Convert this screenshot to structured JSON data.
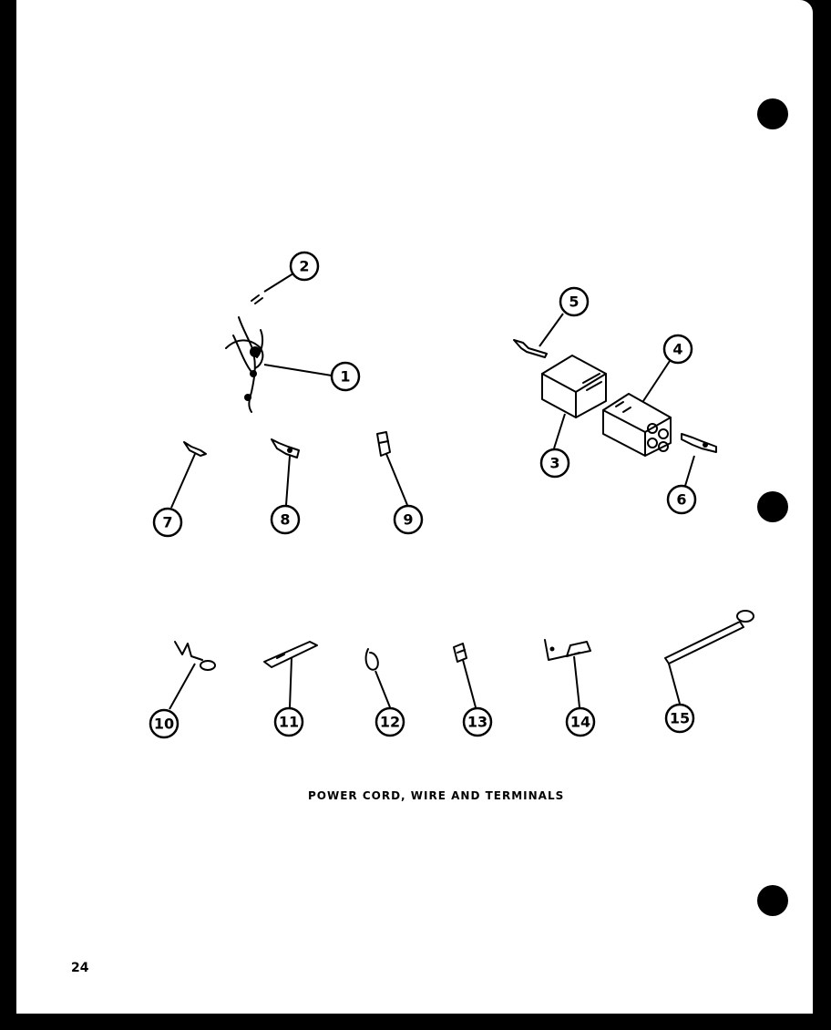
{
  "diagram": {
    "caption": "POWER CORD, WIRE AND TERMINALS",
    "page_number": "24",
    "callouts": [
      {
        "id": "1",
        "part": "power-cord"
      },
      {
        "id": "2",
        "part": "wire-nut"
      },
      {
        "id": "3",
        "part": "connector-housing-male"
      },
      {
        "id": "4",
        "part": "connector-housing-female"
      },
      {
        "id": "5",
        "part": "terminal-pin"
      },
      {
        "id": "6",
        "part": "terminal-socket"
      },
      {
        "id": "7",
        "part": "terminal"
      },
      {
        "id": "8",
        "part": "terminal"
      },
      {
        "id": "9",
        "part": "terminal"
      },
      {
        "id": "10",
        "part": "ring-terminal"
      },
      {
        "id": "11",
        "part": "spade-terminal"
      },
      {
        "id": "12",
        "part": "wire-clip"
      },
      {
        "id": "13",
        "part": "terminal"
      },
      {
        "id": "14",
        "part": "bracket-terminal"
      },
      {
        "id": "15",
        "part": "cable-tie"
      }
    ]
  }
}
